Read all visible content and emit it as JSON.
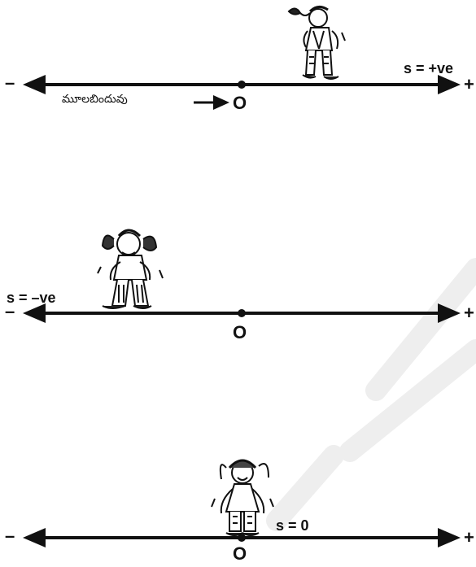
{
  "panels": [
    {
      "minus": "–",
      "plus": "+",
      "origin": "O",
      "position_label": "s = +ve",
      "origin_caption": "మూలబిందువు"
    },
    {
      "minus": "–",
      "plus": "+",
      "origin": "O",
      "position_label": "s = –ve"
    },
    {
      "minus": "–",
      "plus": "+",
      "origin": "O",
      "position_label": "s = 0"
    }
  ]
}
